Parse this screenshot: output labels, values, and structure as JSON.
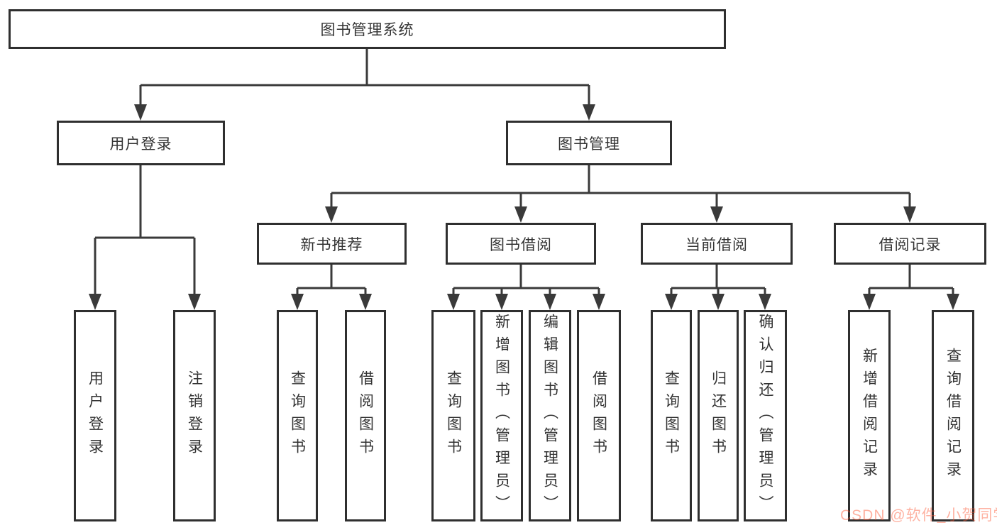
{
  "tree": {
    "label": "图书管理系统",
    "children": [
      {
        "label": "用户登录",
        "children": [
          {
            "label": "用户登录"
          },
          {
            "label": "注销登录"
          }
        ]
      },
      {
        "label": "图书管理",
        "children": [
          {
            "label": "新书推荐",
            "children": [
              {
                "label": "查询图书"
              },
              {
                "label": "借阅图书"
              }
            ]
          },
          {
            "label": "图书借阅",
            "children": [
              {
                "label": "查询图书"
              },
              {
                "label": "新增图书（管理员）"
              },
              {
                "label": "编辑图书（管理员）"
              },
              {
                "label": "借阅图书"
              }
            ]
          },
          {
            "label": "当前借阅",
            "children": [
              {
                "label": "查询图书"
              },
              {
                "label": "归还图书"
              },
              {
                "label": "确认归还（管理员）"
              }
            ]
          },
          {
            "label": "借阅记录",
            "children": [
              {
                "label": "新增借阅记录"
              },
              {
                "label": "查询借阅记录"
              }
            ]
          }
        ]
      }
    ]
  },
  "colors": {
    "line": "#3a3a3a",
    "box_border": "#2f2f2f",
    "text": "#333333"
  },
  "watermark": {
    "text": "CSDN @软件_小贺同学",
    "color": "rgba(252,85,49,0.45)"
  }
}
